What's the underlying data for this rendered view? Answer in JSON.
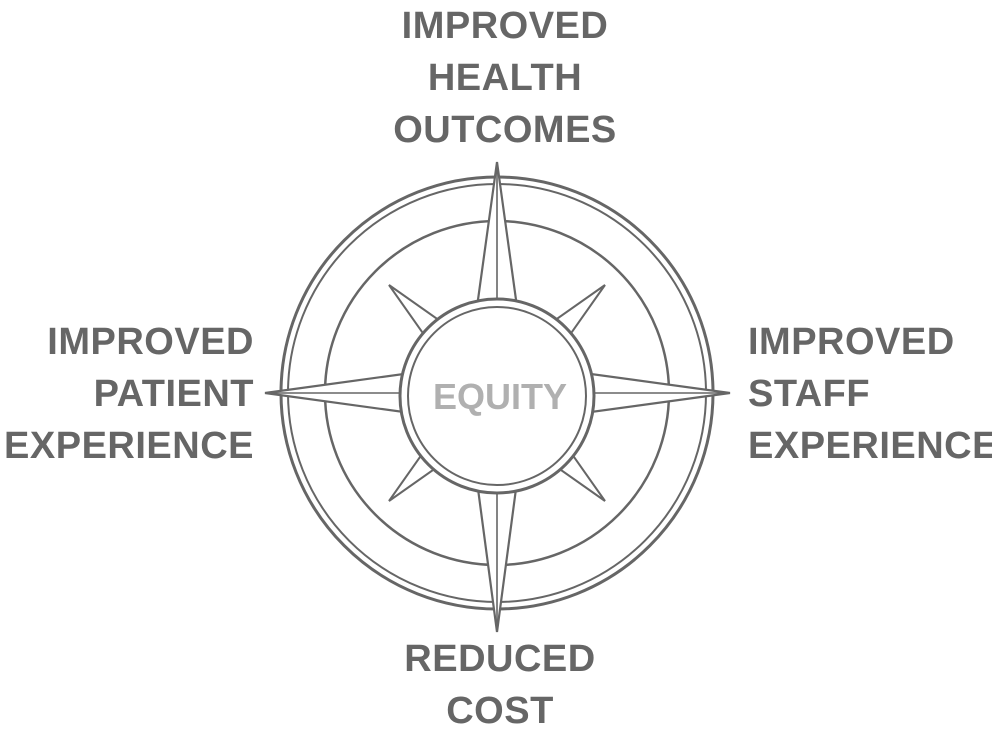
{
  "diagram": {
    "center": "EQUITY",
    "top": [
      "IMPROVED",
      "HEALTH",
      "OUTCOMES"
    ],
    "left": [
      "IMPROVED",
      "PATIENT",
      "EXPERIENCE"
    ],
    "right": [
      "IMPROVED",
      "STAFF",
      "EXPERIENCE"
    ],
    "bottom": [
      "REDUCED",
      "COST"
    ]
  },
  "colors": {
    "text": "#666666",
    "center_text": "#b0b0b0",
    "stroke": "#666666"
  },
  "icons": [
    "compass-rose-icon"
  ]
}
